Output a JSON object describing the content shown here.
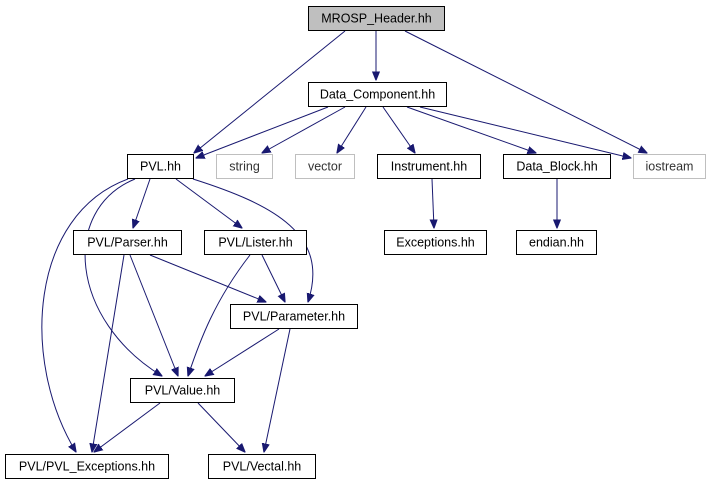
{
  "graph": {
    "edge_color": "#191970",
    "root_fill": "#bfbfbf",
    "external_border": "#bfbfbf",
    "nodes": {
      "mrosp_header": {
        "label": "MROSP_Header.hh",
        "kind": "root"
      },
      "data_component": {
        "label": "Data_Component.hh",
        "kind": "header"
      },
      "pvl": {
        "label": "PVL.hh",
        "kind": "header"
      },
      "string": {
        "label": "string",
        "kind": "external"
      },
      "vector": {
        "label": "vector",
        "kind": "external"
      },
      "instrument": {
        "label": "Instrument.hh",
        "kind": "header"
      },
      "data_block": {
        "label": "Data_Block.hh",
        "kind": "header"
      },
      "iostream": {
        "label": "iostream",
        "kind": "external"
      },
      "exceptions": {
        "label": "Exceptions.hh",
        "kind": "header"
      },
      "endian": {
        "label": "endian.hh",
        "kind": "header"
      },
      "pvl_parser": {
        "label": "PVL/Parser.hh",
        "kind": "header"
      },
      "pvl_lister": {
        "label": "PVL/Lister.hh",
        "kind": "header"
      },
      "pvl_parameter": {
        "label": "PVL/Parameter.hh",
        "kind": "header"
      },
      "pvl_value": {
        "label": "PVL/Value.hh",
        "kind": "header"
      },
      "pvl_exceptions": {
        "label": "PVL/PVL_Exceptions.hh",
        "kind": "header"
      },
      "pvl_vectal": {
        "label": "PVL/Vectal.hh",
        "kind": "header"
      }
    },
    "edges": [
      {
        "from": "mrosp_header",
        "to": "data_component"
      },
      {
        "from": "mrosp_header",
        "to": "pvl"
      },
      {
        "from": "mrosp_header",
        "to": "iostream"
      },
      {
        "from": "data_component",
        "to": "pvl"
      },
      {
        "from": "data_component",
        "to": "string"
      },
      {
        "from": "data_component",
        "to": "vector"
      },
      {
        "from": "data_component",
        "to": "instrument"
      },
      {
        "from": "data_component",
        "to": "data_block"
      },
      {
        "from": "data_component",
        "to": "iostream"
      },
      {
        "from": "instrument",
        "to": "exceptions"
      },
      {
        "from": "data_block",
        "to": "endian"
      },
      {
        "from": "pvl",
        "to": "pvl_parser"
      },
      {
        "from": "pvl",
        "to": "pvl_lister"
      },
      {
        "from": "pvl",
        "to": "pvl_parameter"
      },
      {
        "from": "pvl",
        "to": "pvl_value"
      },
      {
        "from": "pvl",
        "to": "pvl_exceptions"
      },
      {
        "from": "pvl_parser",
        "to": "pvl_parameter"
      },
      {
        "from": "pvl_parser",
        "to": "pvl_value"
      },
      {
        "from": "pvl_parser",
        "to": "pvl_exceptions"
      },
      {
        "from": "pvl_lister",
        "to": "pvl_parameter"
      },
      {
        "from": "pvl_lister",
        "to": "pvl_value"
      },
      {
        "from": "pvl_parameter",
        "to": "pvl_value"
      },
      {
        "from": "pvl_parameter",
        "to": "pvl_vectal"
      },
      {
        "from": "pvl_value",
        "to": "pvl_exceptions"
      },
      {
        "from": "pvl_value",
        "to": "pvl_vectal"
      }
    ]
  }
}
